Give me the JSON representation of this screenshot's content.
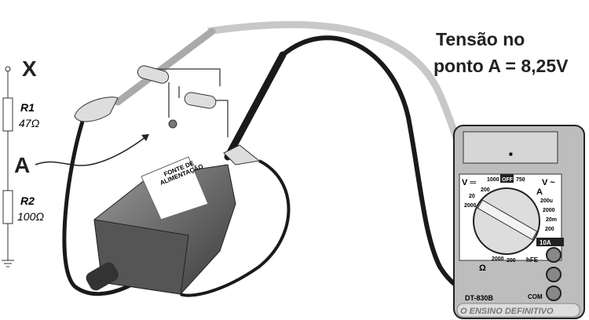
{
  "title": {
    "line1": "Tensão no",
    "line2": "ponto A = 8,25V"
  },
  "circuit": {
    "node_x": "X",
    "node_a": "A",
    "r1": {
      "name": "R1",
      "value": "47Ω"
    },
    "r2": {
      "name": "R2",
      "value": "100Ω"
    }
  },
  "power_supply": {
    "label_title": "FONTE DE",
    "label_sub": "ALIMENTAÇÃO"
  },
  "multimeter": {
    "display": "■",
    "dcv": "V ═",
    "r1000": "1000",
    "off": "OFF",
    "r750": "750",
    "acv": "V ~",
    "amp": "A",
    "v200": "200",
    "v20": "20",
    "v2000m": "2000",
    "a200u": "200u",
    "a2000u": "2000",
    "a20m": "20m",
    "a200m": "200",
    "a10": "10A",
    "hfe": "hFE",
    "ohm": "Ω",
    "ohm200": "200",
    "ohm2000": "2000",
    "model": "DT-830B",
    "com": "COM",
    "brand": "O ENSINO DEFINITIVO"
  },
  "colors": {
    "probe_black": "#1a1a1a",
    "probe_gray": "#c8c8c8",
    "meter_body": "#bdbdbd"
  }
}
